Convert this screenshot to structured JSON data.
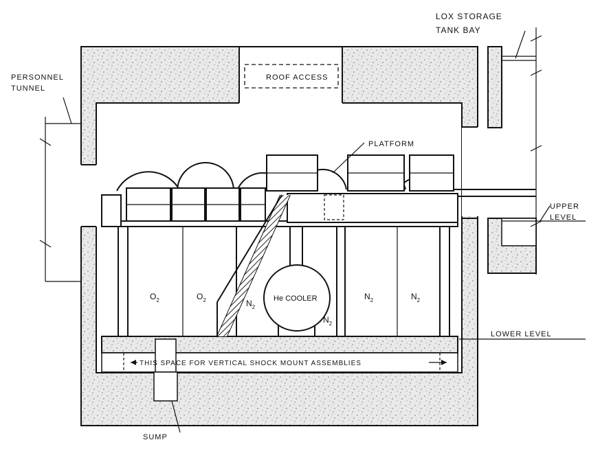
{
  "labels": {
    "lox_storage_1": "LOX STORAGE",
    "lox_storage_2": "TANK BAY",
    "personnel_1": "PERSONNEL",
    "personnel_2": "TUNNEL",
    "roof_access": "ROOF ACCESS",
    "platform": "PLATFORM",
    "upper_1": "UPPER",
    "upper_2": "LEVEL",
    "lower_level": "LOWER LEVEL",
    "shock_mount": "THIS SPACE FOR VERTICAL SHOCK MOUNT ASSEMBLIES",
    "sump": "SUMP",
    "he_cooler": "He COOLER"
  },
  "tanks": {
    "o2_a": {
      "main": "O",
      "sub": "2"
    },
    "o2_b": {
      "main": "O",
      "sub": "2"
    },
    "n2_a": {
      "main": "N",
      "sub": "2"
    },
    "n2_b": {
      "main": "N",
      "sub": "2"
    },
    "n2_c": {
      "main": "N",
      "sub": "2"
    },
    "n2_d": {
      "main": "N",
      "sub": "2"
    }
  },
  "colors": {
    "line": "#111111",
    "concrete_fill": "#e6e6e6",
    "background": "#ffffff"
  }
}
